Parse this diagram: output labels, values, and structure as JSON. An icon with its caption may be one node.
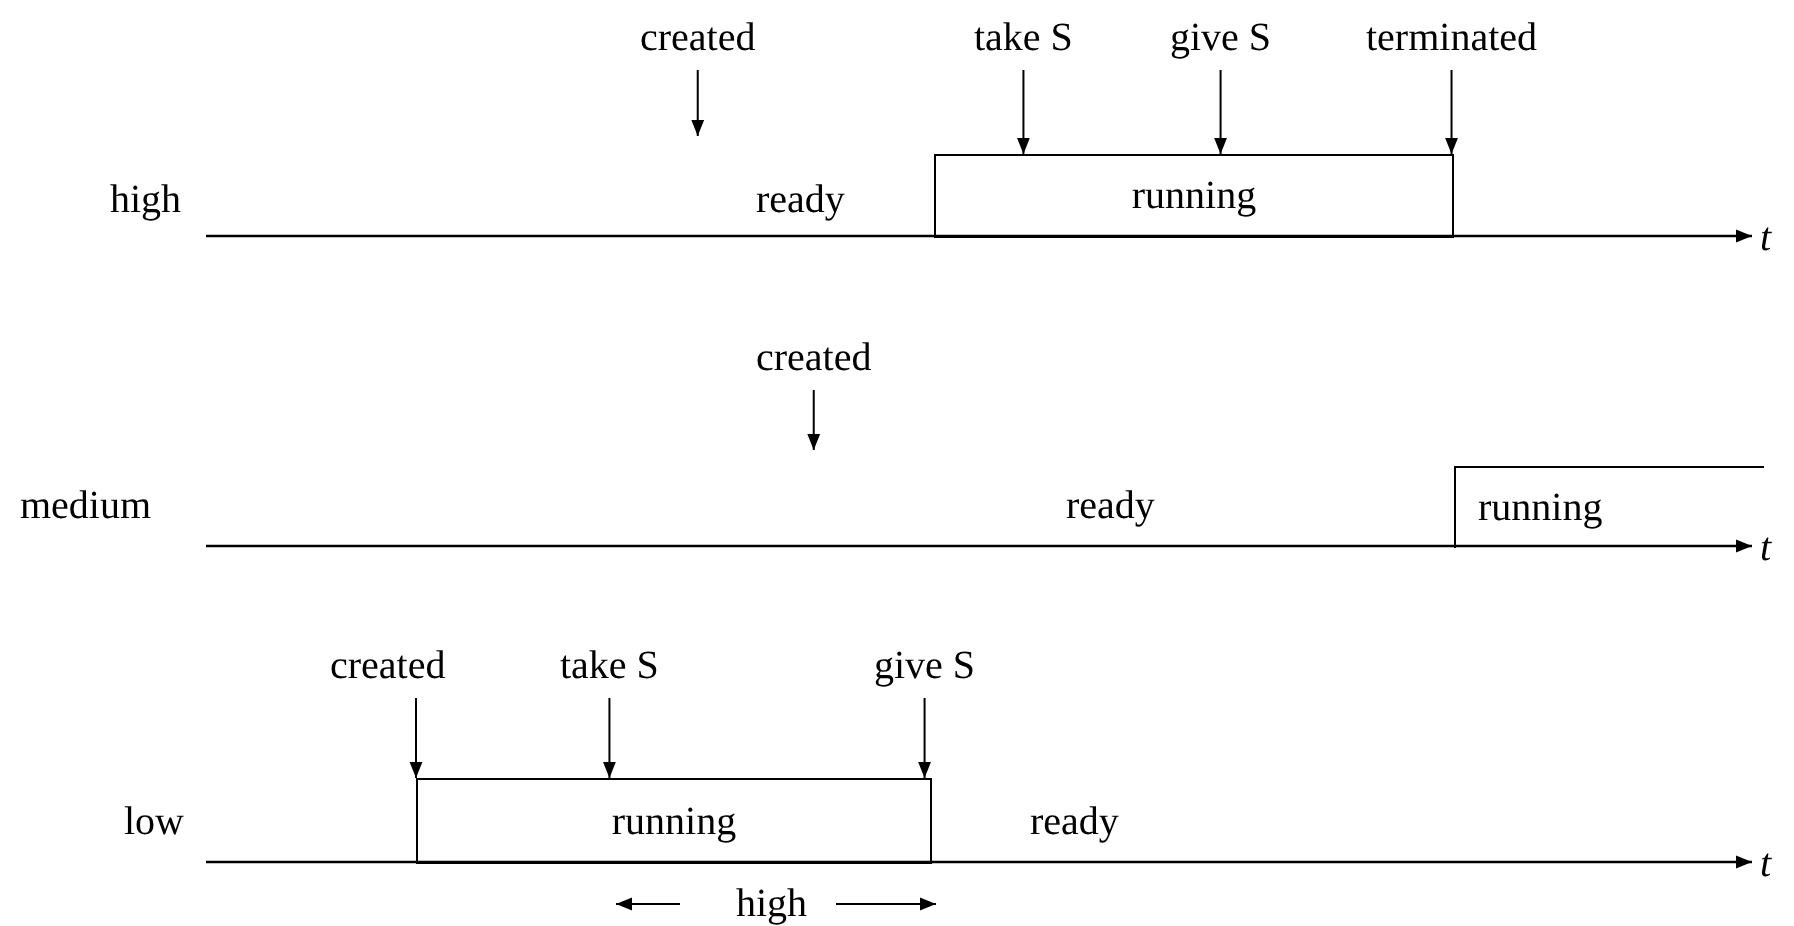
{
  "diagram": {
    "nodes": [
      {
        "text": [
          "created"
        ]
      },
      {
        "text": [
          "take S"
        ]
      },
      {
        "text": [
          "give S"
        ]
      },
      {
        "text": [
          "terminated"
        ]
      },
      {
        "text": [
          "running"
        ]
      },
      {
        "text": [
          "created"
        ]
      },
      {
        "text": [
          "running"
        ]
      },
      {
        "text": [
          "created"
        ]
      },
      {
        "text": [
          "take S"
        ]
      },
      {
        "text": [
          "give S"
        ]
      },
      {
        "text": [
          "running"
        ]
      }
    ],
    "edges": [
      {
        "from": 0,
        "to": null,
        "arrow": "to"
      },
      {
        "from": 1,
        "to": 4,
        "arrow": "to"
      },
      {
        "from": 2,
        "to": 4,
        "arrow": "to"
      },
      {
        "from": 3,
        "to": 4,
        "arrow": "to"
      },
      {
        "from": 5,
        "to": null,
        "arrow": "to"
      },
      {
        "from": 7,
        "to": 10,
        "arrow": "to"
      },
      {
        "from": 8,
        "to": 10,
        "arrow": "to"
      },
      {
        "from": 9,
        "to": 10,
        "arrow": "to"
      }
    ],
    "labels": [
      "high",
      "ready",
      "t",
      "medium",
      "ready",
      "t",
      "low",
      "ready",
      "t",
      "high"
    ]
  }
}
